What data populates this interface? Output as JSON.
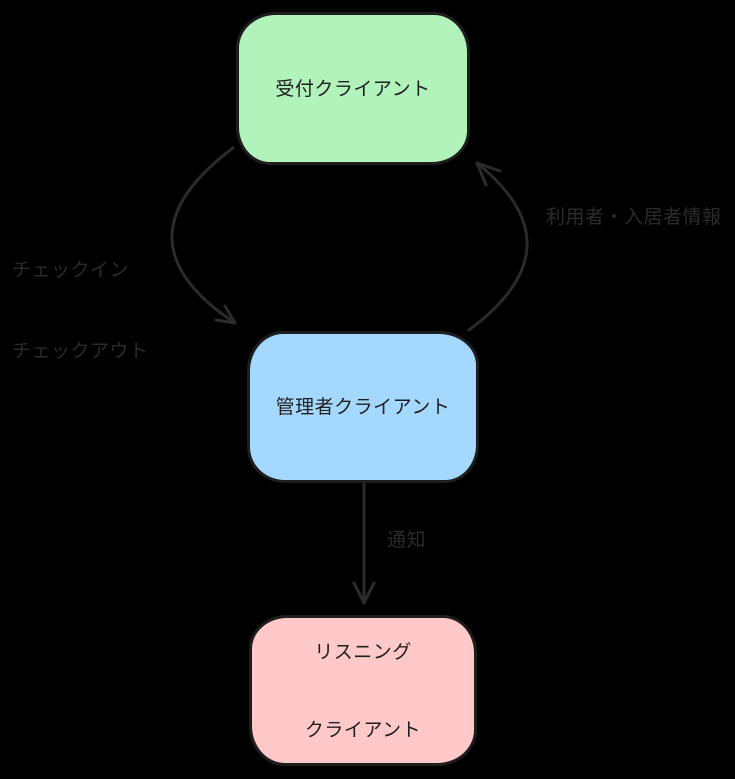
{
  "colors": {
    "background": "#000000",
    "ink": "#2b2b2b",
    "node_border": "#1e1e1e"
  },
  "nodes": [
    {
      "id": "reception-client",
      "label": "受付クライアント",
      "fill": "#b2f2bb"
    },
    {
      "id": "admin-client",
      "label": "管理者クライアント",
      "fill": "#a5d8ff"
    },
    {
      "id": "listening-client",
      "label_line1": "リスニング",
      "label_line2": "クライアント",
      "fill": "#ffc9c9"
    }
  ],
  "edges": [
    {
      "id": "checkin-checkout",
      "from": "受付クライアント",
      "to": "管理者クライアント",
      "label_line1": "チェックイン",
      "label_line2": "チェックアウト"
    },
    {
      "id": "user-resident-info",
      "from": "管理者クライアント",
      "to": "受付クライアント",
      "label": "利用者・入居者情報"
    },
    {
      "id": "notification",
      "from": "管理者クライアント",
      "to": "リスニングクライアント",
      "label": "通知"
    }
  ]
}
